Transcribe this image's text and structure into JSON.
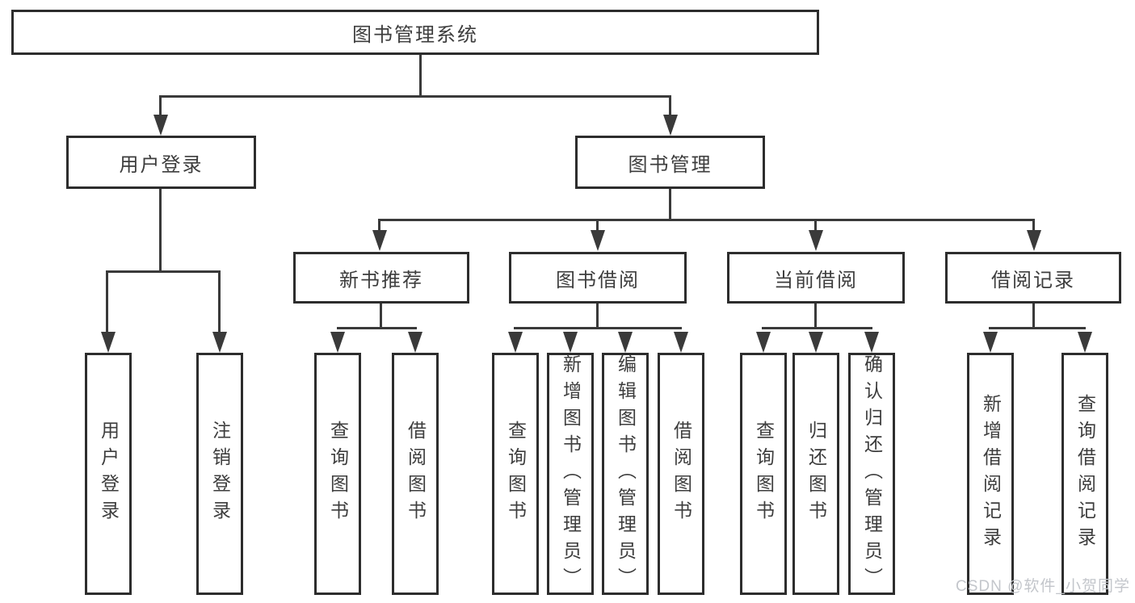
{
  "colors": {
    "line": "#3a3a3a",
    "box_border": "#2d2d2d",
    "text": "#3d3d3d",
    "background": "#ffffff",
    "watermark": "#c3c6cb"
  },
  "tree": {
    "root": {
      "label": "图书管理系统"
    },
    "branches": [
      {
        "label": "用户登录",
        "leaves": [
          "用户登录",
          "注销登录"
        ]
      },
      {
        "label": "图书管理",
        "groups": [
          {
            "label": "新书推荐",
            "leaves": [
              "查询图书",
              "借阅图书"
            ]
          },
          {
            "label": "图书借阅",
            "leaves": [
              "查询图书",
              "新增图书（管理员）",
              "编辑图书（管理员）",
              "借阅图书"
            ]
          },
          {
            "label": "当前借阅",
            "leaves": [
              "查询图书",
              "归还图书",
              "确认归还（管理员）"
            ]
          },
          {
            "label": "借阅记录",
            "leaves": [
              "新增借阅记录",
              "查询借阅记录"
            ]
          }
        ]
      }
    ]
  },
  "watermark": {
    "text": "CSDN @软件_小贺同学"
  }
}
